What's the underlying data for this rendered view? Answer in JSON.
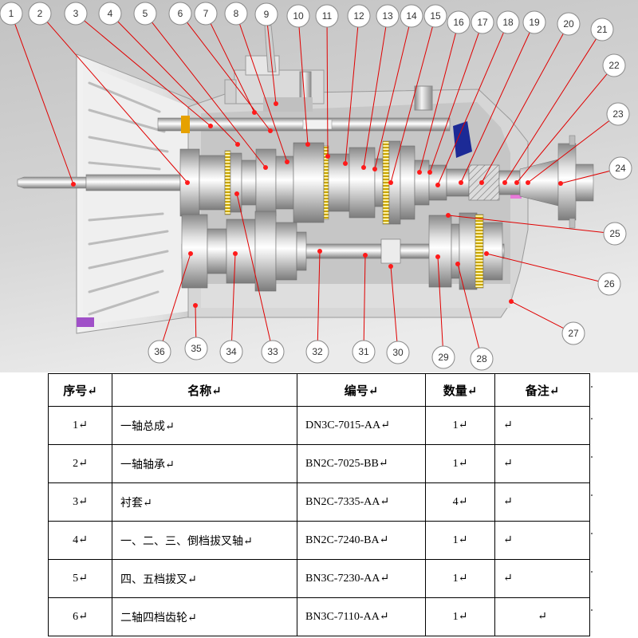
{
  "diagram": {
    "callouts": [
      "1",
      "2",
      "3",
      "4",
      "5",
      "6",
      "7",
      "8",
      "9",
      "10",
      "11",
      "12",
      "13",
      "14",
      "15",
      "16",
      "17",
      "18",
      "19",
      "20",
      "21",
      "22",
      "23",
      "24",
      "25",
      "26",
      "27",
      "28",
      "29",
      "30",
      "31",
      "32",
      "33",
      "34",
      "35",
      "36"
    ],
    "colors": {
      "leader": "#e00000",
      "dot": "#ff1a1a",
      "callout_border": "#8a8a8a",
      "synchro_teeth": "#c9a400",
      "accent_blue": "#1c2a96"
    }
  },
  "table": {
    "headers": {
      "no": "序号↵",
      "name": "名称↵",
      "code": "编号↵",
      "qty": "数量↵",
      "note": "备注↵"
    },
    "rows": [
      {
        "no": "1↵",
        "name": "一轴总成↵",
        "code": "DN3C-7015-AA↵",
        "qty": "1↵",
        "note": "↵"
      },
      {
        "no": "2↵",
        "name": "一轴轴承↵",
        "code": "BN2C-7025-BB↵",
        "qty": "1↵",
        "note": "↵"
      },
      {
        "no": "3↵",
        "name": "衬套↵",
        "code": "BN2C-7335-AA↵",
        "qty": "4↵",
        "note": "↵"
      },
      {
        "no": "4↵",
        "name": "一、二、三、倒档拔叉轴↵",
        "code": "BN2C-7240-BA↵",
        "qty": "1↵",
        "note": "↵"
      },
      {
        "no": "5↵",
        "name": "四、五档拔叉↵",
        "code": "BN3C-7230-AA↵",
        "qty": "1↵",
        "note": "↵"
      },
      {
        "no": "6↵",
        "name": "二轴四档齿轮↵",
        "code": "BN3C-7110-AA↵",
        "qty": "1↵",
        "note": "↵"
      }
    ]
  }
}
